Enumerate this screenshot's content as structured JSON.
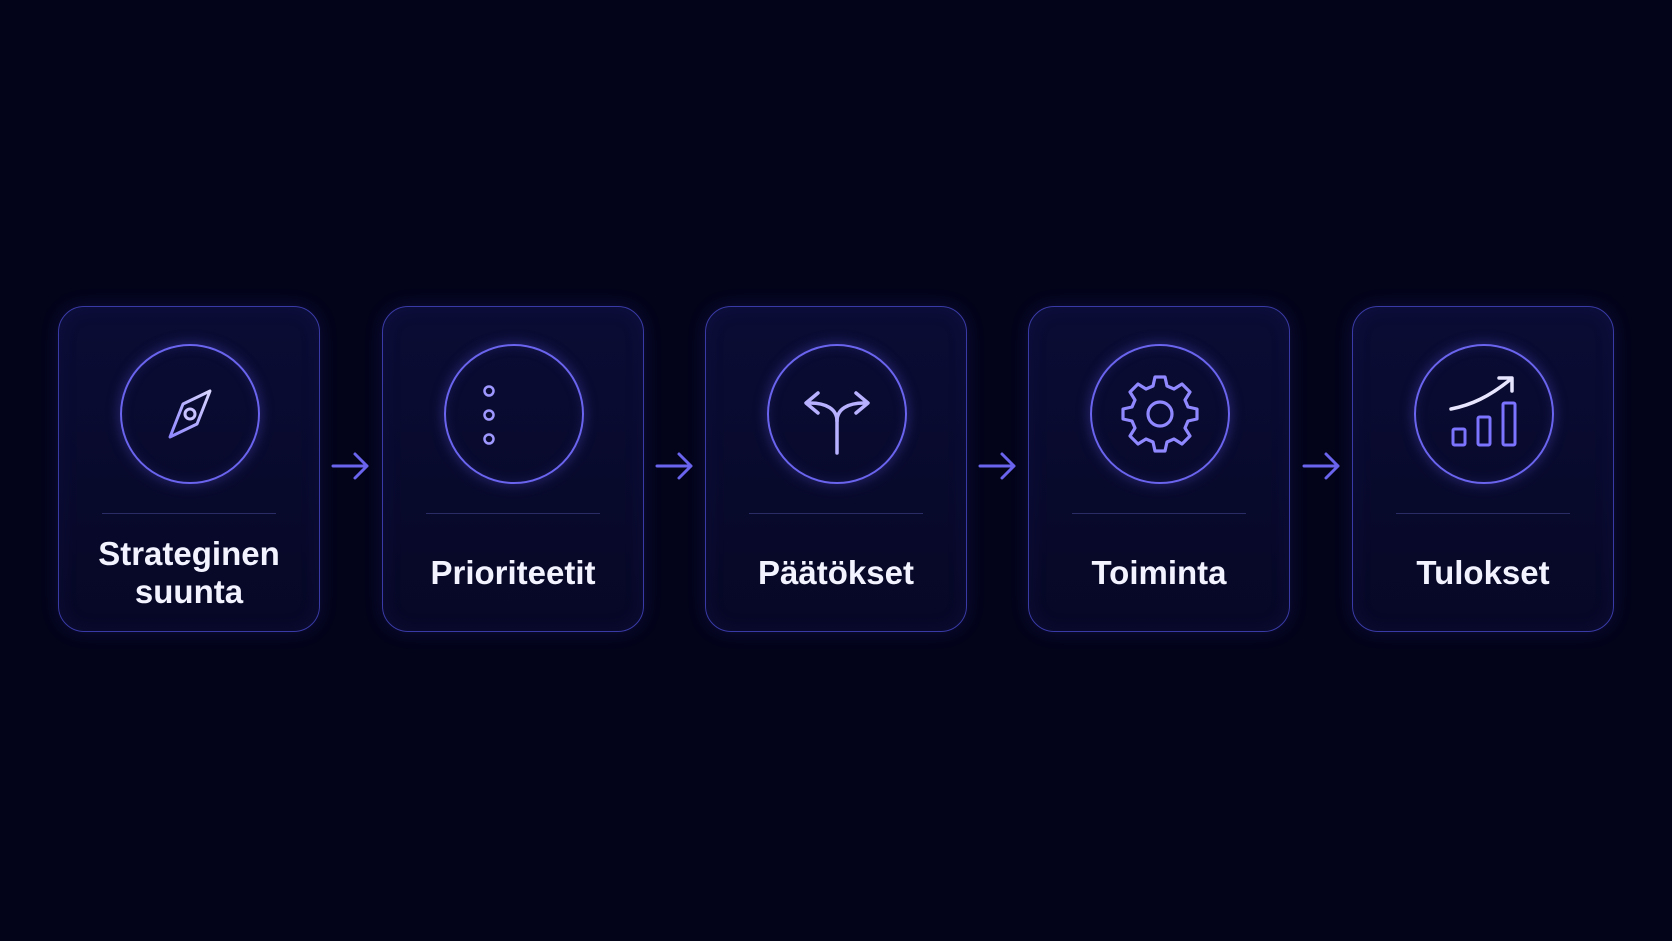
{
  "steps": [
    {
      "label": "Strateginen\nsuunta",
      "icon": "compass-icon"
    },
    {
      "label": "Prioriteetit",
      "icon": "list-icon"
    },
    {
      "label": "Päätökset",
      "icon": "split-arrows-icon"
    },
    {
      "label": "Toiminta",
      "icon": "gear-icon"
    },
    {
      "label": "Tulokset",
      "icon": "growth-chart-icon"
    }
  ],
  "colors": {
    "background": "#03041a",
    "card_border": "#3a3aa6",
    "accent": "#6a64ee",
    "text": "#f2f3ff"
  }
}
